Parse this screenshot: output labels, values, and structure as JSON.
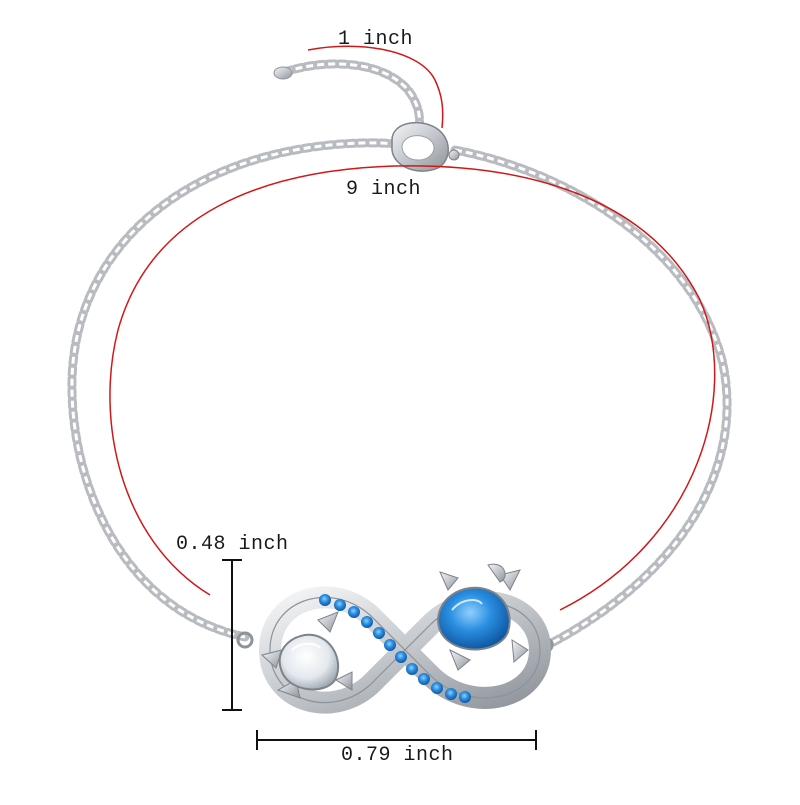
{
  "product": {
    "name": "Infinity sea turtle chain bracelet",
    "metal_color": "#c9ccd0",
    "accent_stone_color": "#1e7fd0",
    "clear_stone_color": "#eef2f6"
  },
  "dimension_guide_color": "#d01818",
  "measurements": {
    "extender": "1 inch",
    "chain_length": "9 inch",
    "charm_height": "0.48 inch",
    "charm_width": "0.79 inch"
  }
}
